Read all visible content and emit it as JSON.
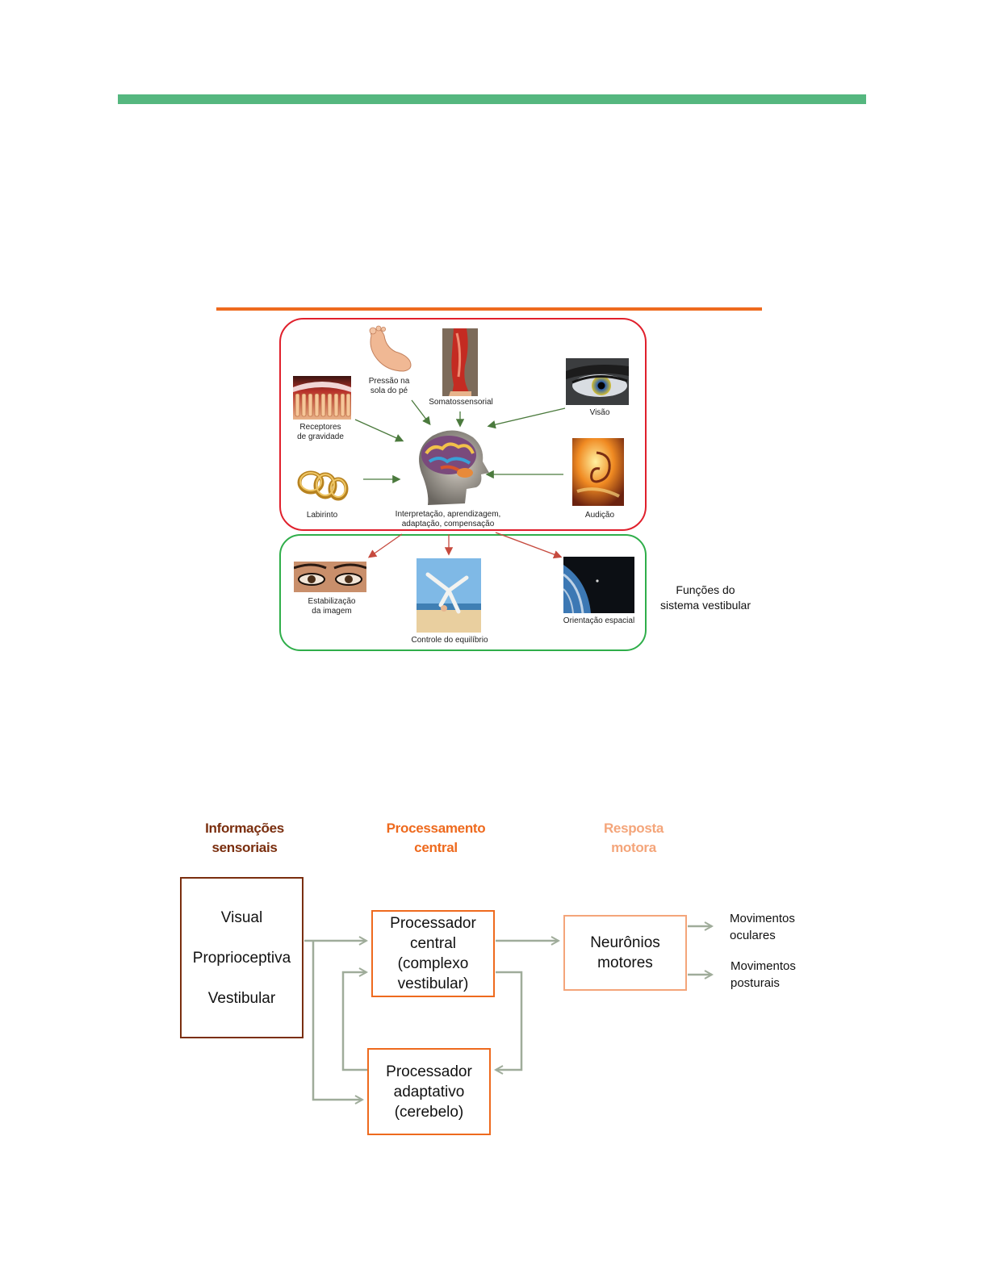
{
  "colors": {
    "green_bar": "#55b77f",
    "orange_rule": "#ee6a1e",
    "input_box": "#e0202c",
    "output_box": "#2fae4a",
    "sensory_header": "#7a2e0e",
    "central_header": "#ee6a1e",
    "motor_header": "#f4a57a",
    "connector": "#9fac9a",
    "green_arrow": "#4b7a3d",
    "red_arrow": "#c64a3e"
  },
  "figure1": {
    "inputs": {
      "gravity": "Receptores\nde gravidade",
      "foot": "Pressão na\nsola do pé",
      "somato": "Somatossensorial",
      "vision": "Visão",
      "labyrinth": "Labirinto",
      "hearing": "Audição",
      "brain": "Interpretação, aprendizagem,\nadaptação, compensação"
    },
    "outputs": {
      "image": "Estabilização\nda imagem",
      "balance": "Controle do equilíbrio",
      "spatial": "Orientação espacial"
    },
    "side_note": "Funções do\nsistema vestibular"
  },
  "figure2": {
    "headers": {
      "sensory": "Informações\nsensoriais",
      "central": "Processamento\ncentral",
      "motor": "Resposta\nmotora"
    },
    "sensory_items": [
      "Visual",
      "Proprioceptiva",
      "Vestibular"
    ],
    "central_processor": [
      "Processador",
      "central",
      "(complexo",
      "vestibular)"
    ],
    "adaptive_processor": [
      "Processador",
      "adaptativo",
      "(cerebelo)"
    ],
    "motor_neurons": [
      "Neurônios",
      "motores"
    ],
    "outputs": {
      "ocular": "Movimentos\noculares",
      "postural": "Movimentos\nposturais"
    }
  }
}
